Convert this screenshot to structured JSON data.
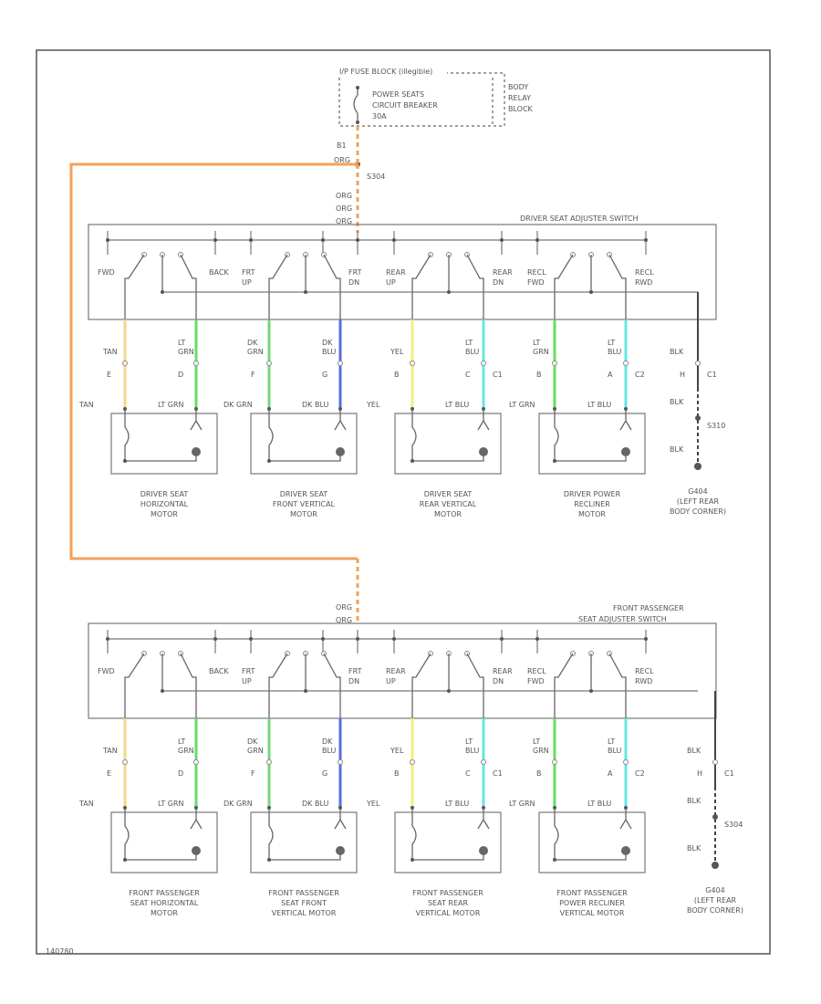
{
  "colors": {
    "orange": "#f5a05a",
    "TAN": "#f6d68a",
    "LT GRN": "#66dd66",
    "DK GRN": "#77d677",
    "DK BLU": "#5a6ee0",
    "YEL": "#f2f07a",
    "LT BLU": "#66e6e6",
    "BLK": "#444444",
    "frame": "#555555"
  },
  "top": {
    "fuse_block_label": "I/P FUSE BLOCK (illegible)",
    "breaker_lines": [
      "POWER SEATS",
      "CIRCUIT BREAKER",
      "30A"
    ],
    "relay_block_lines": [
      "BODY",
      "RELAY",
      "BLOCK"
    ],
    "feed_wire": "ORG",
    "feed_pin": "B1",
    "splice": "S304",
    "splice2_wire_top": "ORG",
    "splice2_wire_bottom": "ORG"
  },
  "sections": [
    {
      "switch_title": [
        "DRIVER SEAT ADJUSTER SWITCH"
      ],
      "feed_wire_top": "ORG",
      "feed_wire_bottom": "ORG",
      "switch_labels": [
        [
          "FWD"
        ],
        [
          "BACK"
        ],
        [
          "FRT",
          "UP"
        ],
        [
          "FRT",
          "DN"
        ],
        [
          "REAR",
          "UP"
        ],
        [
          "REAR",
          "DN"
        ],
        [
          "RECL",
          "FWD"
        ],
        [
          "RECL",
          "RWD"
        ]
      ],
      "wires": [
        {
          "name": "TAN",
          "color_key": "TAN",
          "pin": "E",
          "lower": "TAN"
        },
        {
          "name": "LT GRN",
          "color_key": "LT GRN",
          "pin": "D",
          "lower": "LT GRN"
        },
        {
          "name": "DK GRN",
          "color_key": "DK GRN",
          "pin": "F",
          "lower": "DK GRN"
        },
        {
          "name": "DK BLU",
          "color_key": "DK BLU",
          "pin": "G",
          "lower": "DK BLU"
        },
        {
          "name": "YEL",
          "color_key": "YEL",
          "pin": "B",
          "lower": "YEL"
        },
        {
          "name": "LT BLU",
          "color_key": "LT BLU",
          "pin": "C",
          "lower": "LT BLU",
          "connector": "C1"
        },
        {
          "name": "LT GRN",
          "color_key": "LT GRN",
          "pin": "B",
          "lower": "LT GRN"
        },
        {
          "name": "LT BLU",
          "color_key": "LT BLU",
          "pin": "A",
          "lower": "LT BLU",
          "connector": "C2"
        }
      ],
      "ground": {
        "wire_top": "BLK",
        "pin": "H",
        "connector": "C1",
        "wire_mid": "BLK",
        "splice": "S310",
        "wire_bottom": "BLK",
        "label": [
          "G404",
          "(LEFT REAR",
          "BODY CORNER)"
        ]
      },
      "motors": [
        [
          "DRIVER SEAT",
          "HORIZONTAL",
          "MOTOR"
        ],
        [
          "DRIVER SEAT",
          "FRONT VERTICAL",
          "MOTOR"
        ],
        [
          "DRIVER SEAT",
          "REAR VERTICAL",
          "MOTOR"
        ],
        [
          "DRIVER POWER",
          "RECLINER",
          "MOTOR"
        ]
      ]
    },
    {
      "switch_title": [
        "FRONT PASSENGER",
        "SEAT ADJUSTER SWITCH"
      ],
      "feed_wire_top": "ORG",
      "feed_wire_bottom": "ORG",
      "switch_labels": [
        [
          "FWD"
        ],
        [
          "BACK"
        ],
        [
          "FRT",
          "UP"
        ],
        [
          "FRT",
          "DN"
        ],
        [
          "REAR",
          "UP"
        ],
        [
          "REAR",
          "DN"
        ],
        [
          "RECL",
          "FWD"
        ],
        [
          "RECL",
          "RWD"
        ]
      ],
      "wires": [
        {
          "name": "TAN",
          "color_key": "TAN",
          "pin": "E",
          "lower": "TAN"
        },
        {
          "name": "LT GRN",
          "color_key": "LT GRN",
          "pin": "D",
          "lower": "LT GRN"
        },
        {
          "name": "DK GRN",
          "color_key": "DK GRN",
          "pin": "F",
          "lower": "DK GRN"
        },
        {
          "name": "DK BLU",
          "color_key": "DK BLU",
          "pin": "G",
          "lower": "DK BLU"
        },
        {
          "name": "YEL",
          "color_key": "YEL",
          "pin": "B",
          "lower": "YEL"
        },
        {
          "name": "LT BLU",
          "color_key": "LT BLU",
          "pin": "C",
          "lower": "LT BLU",
          "connector": "C1"
        },
        {
          "name": "LT GRN",
          "color_key": "LT GRN",
          "pin": "B",
          "lower": "LT GRN"
        },
        {
          "name": "LT BLU",
          "color_key": "LT BLU",
          "pin": "A",
          "lower": "LT BLU",
          "connector": "C2"
        }
      ],
      "ground": {
        "wire_top": "BLK",
        "pin": "H",
        "connector": "C1",
        "wire_mid": "BLK",
        "splice": "S304",
        "wire_bottom": "BLK",
        "label": [
          "G404",
          "(LEFT REAR",
          "BODY CORNER)"
        ]
      },
      "motors": [
        [
          "FRONT PASSENGER",
          "SEAT HORIZONTAL",
          "MOTOR"
        ],
        [
          "FRONT PASSENGER",
          "SEAT FRONT",
          "VERTICAL MOTOR"
        ],
        [
          "FRONT PASSENGER",
          "SEAT REAR",
          "VERTICAL MOTOR"
        ],
        [
          "FRONT PASSENGER",
          "POWER RECLINER",
          "VERTICAL MOTOR"
        ]
      ]
    }
  ],
  "footer_code": "140780"
}
